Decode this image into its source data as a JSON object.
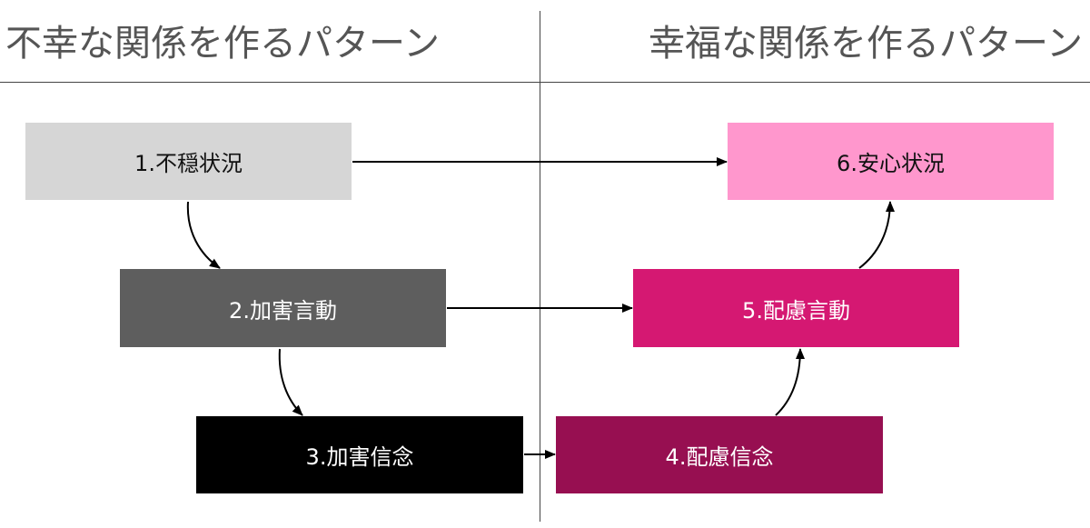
{
  "headers": {
    "left": "不幸な関係を作るパターン",
    "right": "幸福な関係を作るパターン"
  },
  "nodes": [
    {
      "id": "n1",
      "label": "1.不穏状況",
      "bg": "#d6d6d6",
      "fg": "#111111"
    },
    {
      "id": "n2",
      "label": "2.加害言動",
      "bg": "#5e5e5e",
      "fg": "#ffffff"
    },
    {
      "id": "n3",
      "label": "3.加害信念",
      "bg": "#000000",
      "fg": "#ffffff"
    },
    {
      "id": "n4",
      "label": "4.配慮信念",
      "bg": "#970f51",
      "fg": "#ffffff"
    },
    {
      "id": "n5",
      "label": "5.配慮言動",
      "bg": "#d51872",
      "fg": "#ffffff"
    },
    {
      "id": "n6",
      "label": "6.安心状況",
      "bg": "#ff97cd",
      "fg": "#111111"
    }
  ],
  "edges": [
    {
      "from": "n1",
      "to": "n2"
    },
    {
      "from": "n2",
      "to": "n3"
    },
    {
      "from": "n3",
      "to": "n4"
    },
    {
      "from": "n4",
      "to": "n5"
    },
    {
      "from": "n5",
      "to": "n6"
    },
    {
      "from": "n1",
      "to": "n6"
    },
    {
      "from": "n2",
      "to": "n5"
    }
  ]
}
